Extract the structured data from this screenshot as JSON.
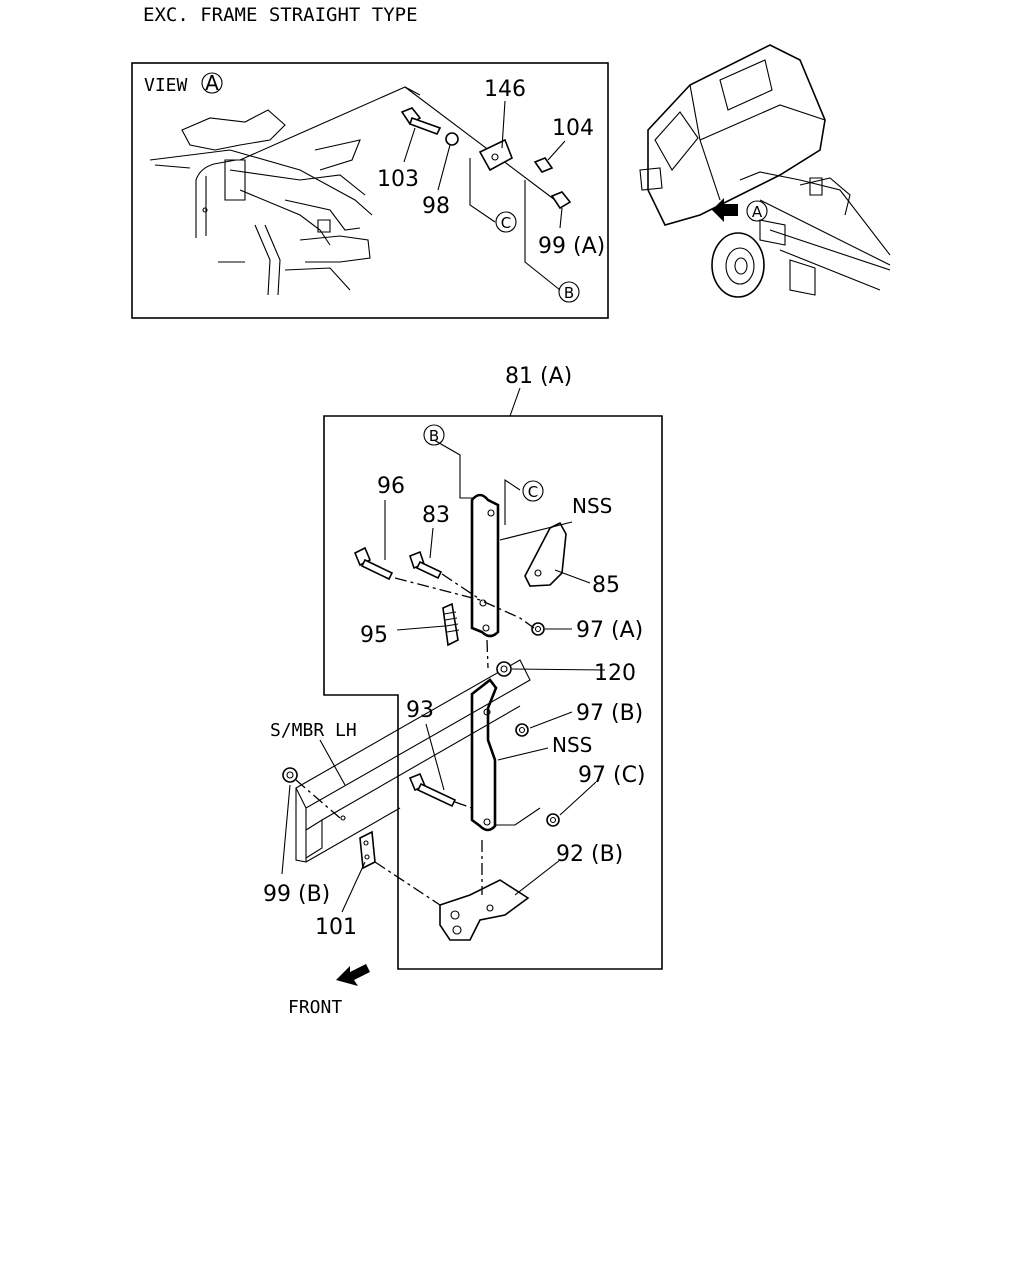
{
  "header": {
    "title": "EXC. FRAME STRAIGHT TYPE"
  },
  "view_panel": {
    "title": "VIEW",
    "view_letter": "A",
    "labels": {
      "p146": "146",
      "p104": "104",
      "p103": "103",
      "p98": "98",
      "p99a": "99 (A)",
      "ref_c": "C",
      "ref_b": "B"
    }
  },
  "truck": {
    "view_marker": "A"
  },
  "main": {
    "assembly_label": "81 (A)",
    "labels": {
      "ref_b": "B",
      "ref_c": "C",
      "p96": "96",
      "p83": "83",
      "nss1": "NSS",
      "p85": "85",
      "p95": "95",
      "p97a": "97 (A)",
      "p120": "120",
      "p93": "93",
      "p97b": "97 (B)",
      "nss2": "NSS",
      "smbr": "S/MBR  LH",
      "p97c": "97 (C)",
      "p92b": "92 (B)",
      "p99b": "99 (B)",
      "p101": "101"
    }
  },
  "front_label": "FRONT"
}
